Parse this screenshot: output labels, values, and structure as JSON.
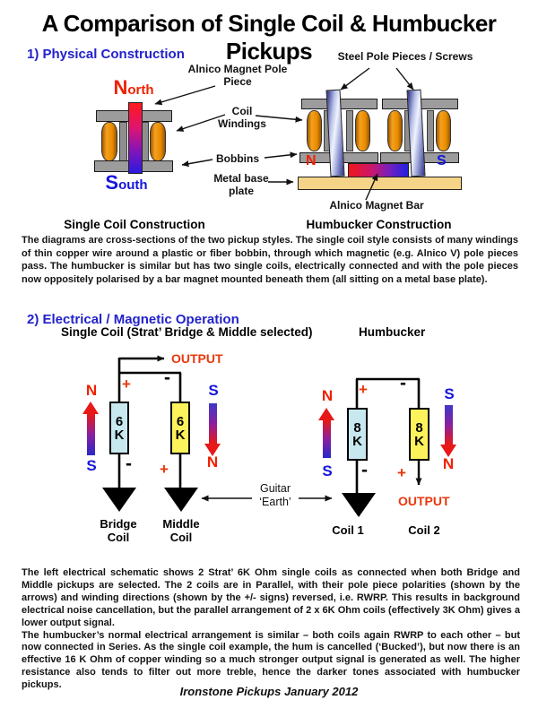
{
  "title": "A Comparison of Single Coil & Humbucker Pickups",
  "footer": "Ironstone Pickups January 2012",
  "symbols": {
    "plus": "+",
    "minus": "-",
    "north_letter": "N",
    "south_letter": "S"
  },
  "colors": {
    "heading_blue": "#2222cc",
    "north_red": "#f02000",
    "south_blue": "#1515dd",
    "output_red": "#e8380d",
    "winding_orange": "#e88c00",
    "bobbin_gray": "#9c9c9c",
    "baseplate_tan": "#f5d488",
    "coilbox_blue": "#c8e8f0",
    "coilbox_yellow": "#fcf35c"
  },
  "section1": {
    "heading": "1) Physical Construction",
    "labels": {
      "alnico_pole": "Alnico Magnet Pole Piece",
      "steel_pole": "Steel Pole Pieces / Screws",
      "coil_windings": "Coil Windings",
      "bobbins": "Bobbins",
      "metal_base": "Metal base plate",
      "magnet_bar": "Alnico Magnet Bar",
      "north": "North",
      "south": "South"
    },
    "caption_left": "Single Coil Construction",
    "caption_right": "Humbucker Construction",
    "body": "The diagrams are cross-sections of the two pickup styles. The single coil style consists of many windings of thin copper wire around a plastic or fiber bobbin, through which magnetic (e.g. Alnico V) pole pieces pass. The humbucker is similar but has two single coils, electrically connected and with the pole pieces now oppositely polarised by a bar magnet mounted beneath them (all sitting on a metal base plate)."
  },
  "section2": {
    "heading": "2) Electrical / Magnetic Operation",
    "left_title": "Single Coil (Strat’ Bridge & Middle selected)",
    "right_title": "Humbucker",
    "output_label": "OUTPUT",
    "earth_label": "Guitar ‘Earth’",
    "single_coil": {
      "resistance_digit": "6",
      "resistance_unit": "K",
      "coil1_name": "Bridge Coil",
      "coil2_name": "Middle Coil"
    },
    "humbucker": {
      "resistance_digit": "8",
      "resistance_unit": "K",
      "coil1_name": "Coil 1",
      "coil2_name": "Coil 2"
    },
    "body1": "The left electrical schematic shows 2 Strat’ 6K Ohm single coils as connected when both Bridge and Middle pickups are selected. The 2 coils are in Parallel, with their pole piece polarities (shown by the arrows) and winding directions (shown by the +/- signs) reversed, i.e. RWRP. This results in background electrical noise cancellation, but the parallel arrangement of 2 x 6K Ohm coils (effectively 3K Ohm) gives a lower output signal.",
    "body2": "The humbucker’s normal electrical arrangement is similar – both coils again RWRP to each other – but now connected in Series. As the single coil example, the hum is cancelled (‘Bucked’), but now there is an effective 16 K Ohm of copper winding so a much stronger output signal is generated as well. The higher resistance also tends to filter out more treble, hence the darker tones associated with humbucker pickups."
  }
}
